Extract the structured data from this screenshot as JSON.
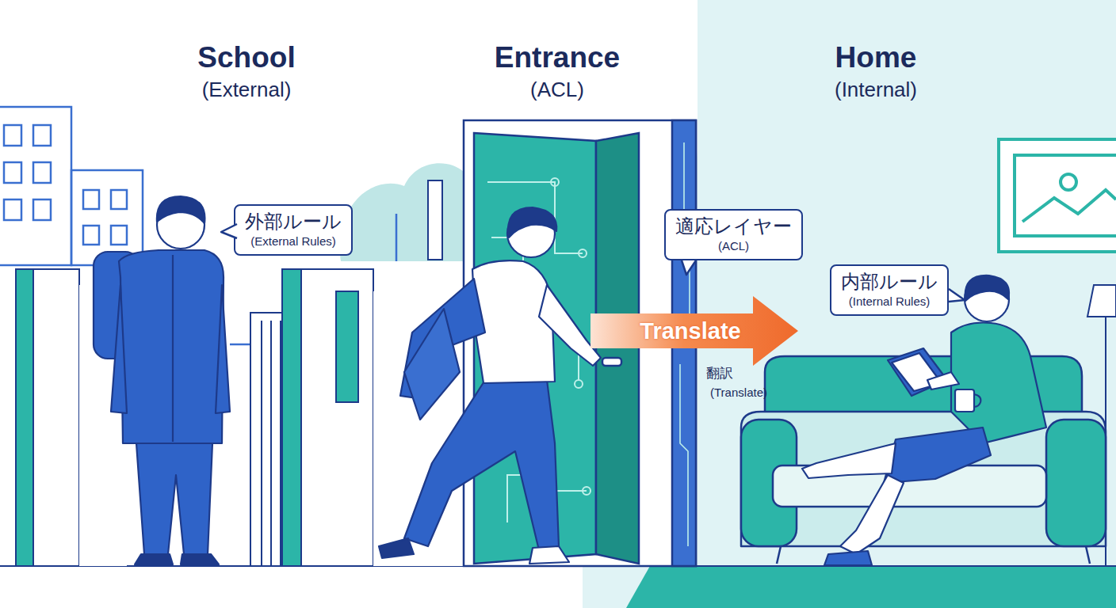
{
  "diagram": {
    "nodes": [
      {
        "text": [
          "外部ルール",
          "(External Rules)"
        ]
      },
      {
        "text": [
          "適応レイヤー",
          "(ACL)"
        ]
      },
      {
        "text": [
          "Translate"
        ]
      },
      {
        "text": [
          "内部ルール",
          "(Internal Rules)"
        ]
      }
    ],
    "labels": [
      "School",
      "(External)",
      "Entrance",
      "(ACL)",
      "Home",
      "(Internal)",
      "翻訳",
      "(Translate)"
    ]
  }
}
